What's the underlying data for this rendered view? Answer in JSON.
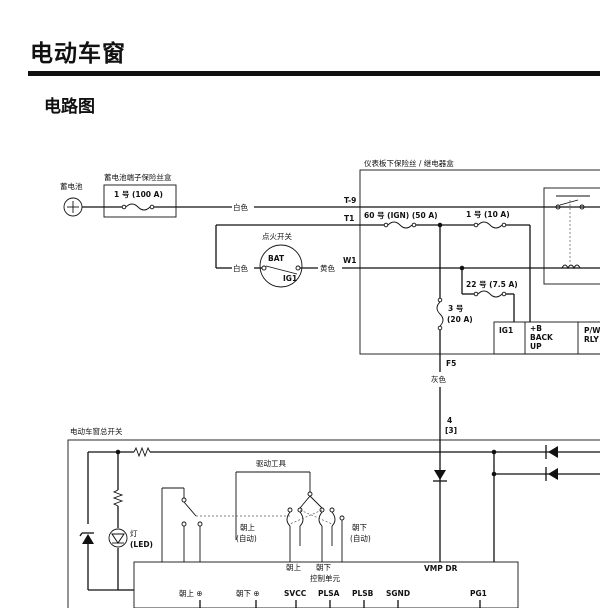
{
  "header": {
    "title": "电动车窗",
    "subtitle": "电路图"
  },
  "diagram": {
    "battery": "蓄电池",
    "battery_fuse_box": "蓄电池端子保险丝盒",
    "fuse_main": "1 号 (100 A)",
    "dash_box": "仪表板下保险丝 / 继电器盒",
    "term_t9": "T-9",
    "term_t1": "T1",
    "term_w1": "W1",
    "term_f5": "F5",
    "fuse_60": "60 号 (IGN) (50 A)",
    "fuse_1_10": "1 号 (10 A)",
    "fuse_22": "22 号 (7.5 A)",
    "fuse_3_l1": "3 号",
    "fuse_3_l2": "(20 A)",
    "ign_switch": "点火开关",
    "bat": "BAT",
    "ig1": "IG1",
    "wire_white": "白色",
    "wire_yellow": "黄色",
    "wire_gray": "灰色",
    "box_ig1": "IG1",
    "box_back_l1": "+B",
    "box_back_l2": "BACK",
    "box_back_l3": "UP",
    "box_pw_l1": "P/W",
    "box_pw_l2": "RLY",
    "conn_l1": "4",
    "conn_l2": "[3]",
    "master_switch": "电动车窗总开关",
    "drive_tool": "驱动工具",
    "lamp_l1": "灯",
    "lamp_l2": "(LED)",
    "up_auto_l1": "朝上",
    "up_auto_l2": "(自动)",
    "down_auto_l1": "朝下",
    "down_auto_l2": "(自动)",
    "ctrl_up": "朝上",
    "ctrl_down": "朝下",
    "ctrl_unit": "控制单元",
    "vmp_dr": "VMP DR",
    "pin_up": "朝上 ⊕",
    "pin_down": "朝下 ⊕",
    "pin_svcc": "SVCC",
    "pin_plsa": "PLSA",
    "pin_plsb": "PLSB",
    "pin_sgnd": "SGND",
    "pin_pg1": "PG1"
  }
}
